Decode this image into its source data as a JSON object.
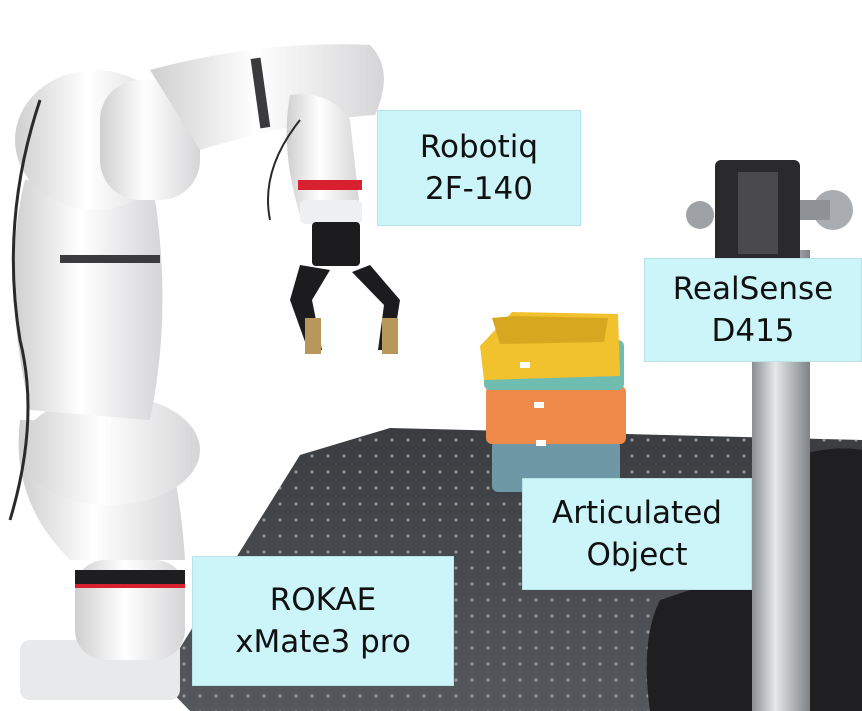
{
  "labels": {
    "gripper": {
      "line1": "Robotiq",
      "line2": "2F-140"
    },
    "camera": {
      "line1": "RealSense",
      "line2": "D415"
    },
    "object": {
      "line1": "Articulated",
      "line2": "Object"
    },
    "robot": {
      "line1": "ROKAE",
      "line2": "xMate3 pro"
    }
  },
  "colors": {
    "label_background": "#ccf5f9",
    "drawer_yellow": "#f2c12e",
    "drawer_teal": "#6fbcb0",
    "drawer_orange": "#f08a4b",
    "drawer_blue_gray": "#6f98a6",
    "robot_accent_red": "#d8202e"
  }
}
